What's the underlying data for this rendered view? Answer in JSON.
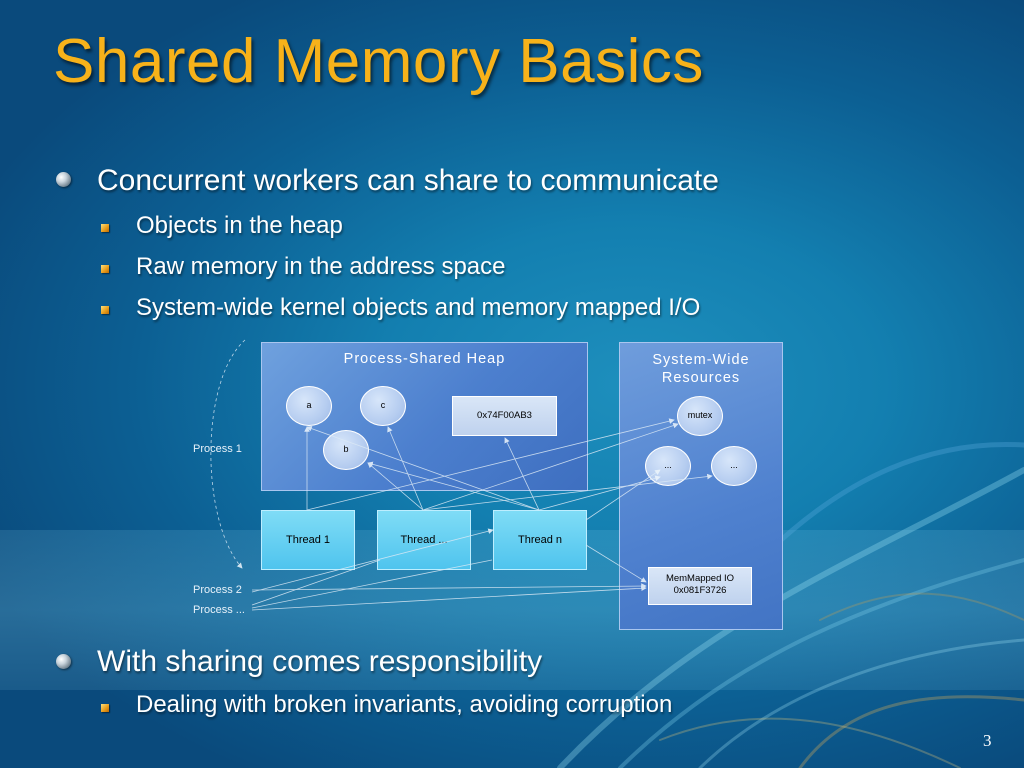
{
  "title": "Shared Memory Basics",
  "bullets": [
    {
      "text": "Concurrent workers can share to communicate",
      "sub": [
        "Objects in the heap",
        "Raw memory in the address space",
        "System-wide kernel objects and memory mapped I/O"
      ]
    },
    {
      "text": "With sharing comes responsibility",
      "sub": [
        "Dealing with broken invariants, avoiding corruption"
      ]
    }
  ],
  "diagram": {
    "heap_title": "Process-Shared Heap",
    "heap_objects": [
      "a",
      "c",
      "b"
    ],
    "heap_address": "0x74F00AB3",
    "system_title_line1": "System-Wide",
    "system_title_line2": "Resources",
    "system_objects": [
      "mutex",
      "...",
      "..."
    ],
    "mmio_line1": "MemMapped IO",
    "mmio_line2": "0x081F3726",
    "threads": [
      "Thread 1",
      "Thread ...",
      "Thread n"
    ],
    "processes": [
      "Process 1",
      "Process 2",
      "Process ..."
    ]
  },
  "page_number": "3",
  "colors": {
    "title": "#f7b21a",
    "bullet_square": "#e79a18",
    "background": "#137fb0"
  }
}
